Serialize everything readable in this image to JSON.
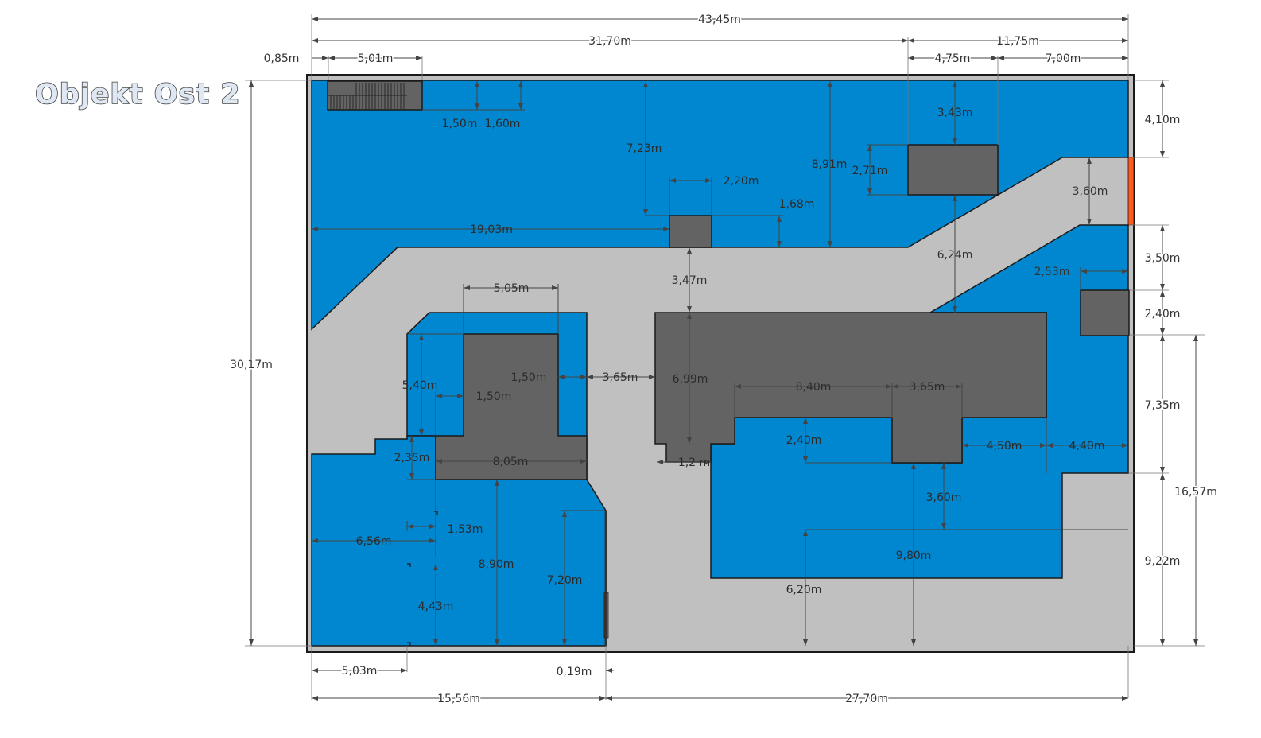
{
  "title": "Objekt Ost 2",
  "colors": {
    "zone_blue": "#0087cf",
    "path_grey": "#cccccc",
    "building_dark": "#636363",
    "outline": "#1a1a1a",
    "border_frame": "#c0c0c0",
    "accent_orange": "#ff5a1f"
  },
  "dimensions": {
    "top_total": "43,45m",
    "top_left": "31,70m",
    "top_right": "11,75m",
    "top_offset": "0,85m",
    "stair_width": "5,01m",
    "top_r1": "4,75m",
    "top_r2": "7,00m",
    "stair_h1": "1,50m",
    "stair_h2": "1,60m",
    "d_7_23": "7,23m",
    "d_8_91": "8,91m",
    "d_3_43": "3,43m",
    "d_2_71": "2,71m",
    "d_2_20": "2,20m",
    "d_1_68": "1,68m",
    "d_19_03": "19,03m",
    "d_3_60_r": "3,60m",
    "d_6_24": "6,24m",
    "d_3_47": "3,47m",
    "d_2_53": "2,53m",
    "d_5_05": "5,05m",
    "d_1_50_a": "1,50m",
    "d_3_65_a": "3,65m",
    "d_6_99": "6,99m",
    "d_5_40": "5,40m",
    "d_1_50_b": "1,50m",
    "d_8_40": "8,40m",
    "d_3_65_b": "3,65m",
    "d_2_40_a": "2,40m",
    "d_2_35": "2,35m",
    "d_8_05": "8,05m",
    "d_1_2": "1,2 m",
    "d_4_50": "4,50m",
    "d_4_40": "4,40m",
    "d_3_60_b": "3,60m",
    "d_1_53": "1,53m",
    "d_6_56": "6,56m",
    "d_8_90": "8,90m",
    "d_7_20": "7,20m",
    "d_9_80": "9,80m",
    "d_4_43": "4,43m",
    "d_6_20": "6,20m",
    "right_4_10": "4,10m",
    "right_3_50": "3,50m",
    "right_2_40": "2,40m",
    "right_7_35": "7,35m",
    "right_16_57": "16,57m",
    "right_9_22": "9,22m",
    "left_total": "30,17m",
    "bot_5_03": "5,03m",
    "bot_0_19": "0,19m",
    "bot_15_56": "15,56m",
    "bot_27_70": "27,70m"
  }
}
